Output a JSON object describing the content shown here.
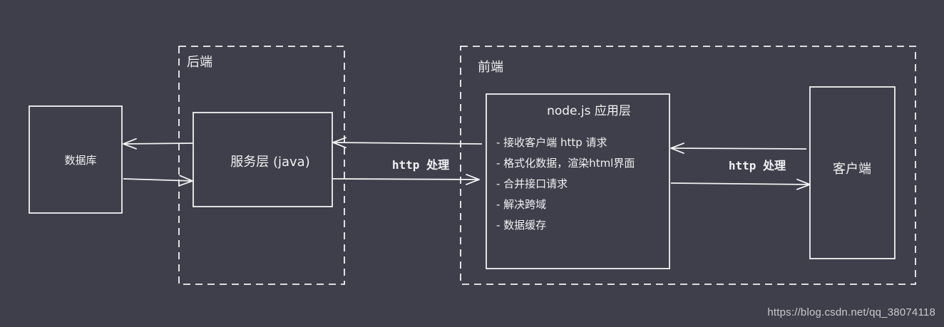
{
  "groups": {
    "backend_label": "后端",
    "frontend_label": "前端"
  },
  "nodes": {
    "database": "数据库",
    "service_layer": "服务层 (java)",
    "node_layer_title": "node.js 应用层",
    "client": "客户端"
  },
  "node_layer_items": [
    "- 接收客户端 http 请求",
    "- 格式化数据，渲染html界面",
    "- 合并接口请求",
    "- 解决跨域",
    "- 数据缓存"
  ],
  "edges": {
    "service_to_node_label": "http 处理",
    "node_to_client_label": "http 处理"
  },
  "watermark": "https://blog.csdn.net/qq_38074118",
  "colors": {
    "background": "#3e3f4b",
    "stroke": "#f2f2f2"
  }
}
